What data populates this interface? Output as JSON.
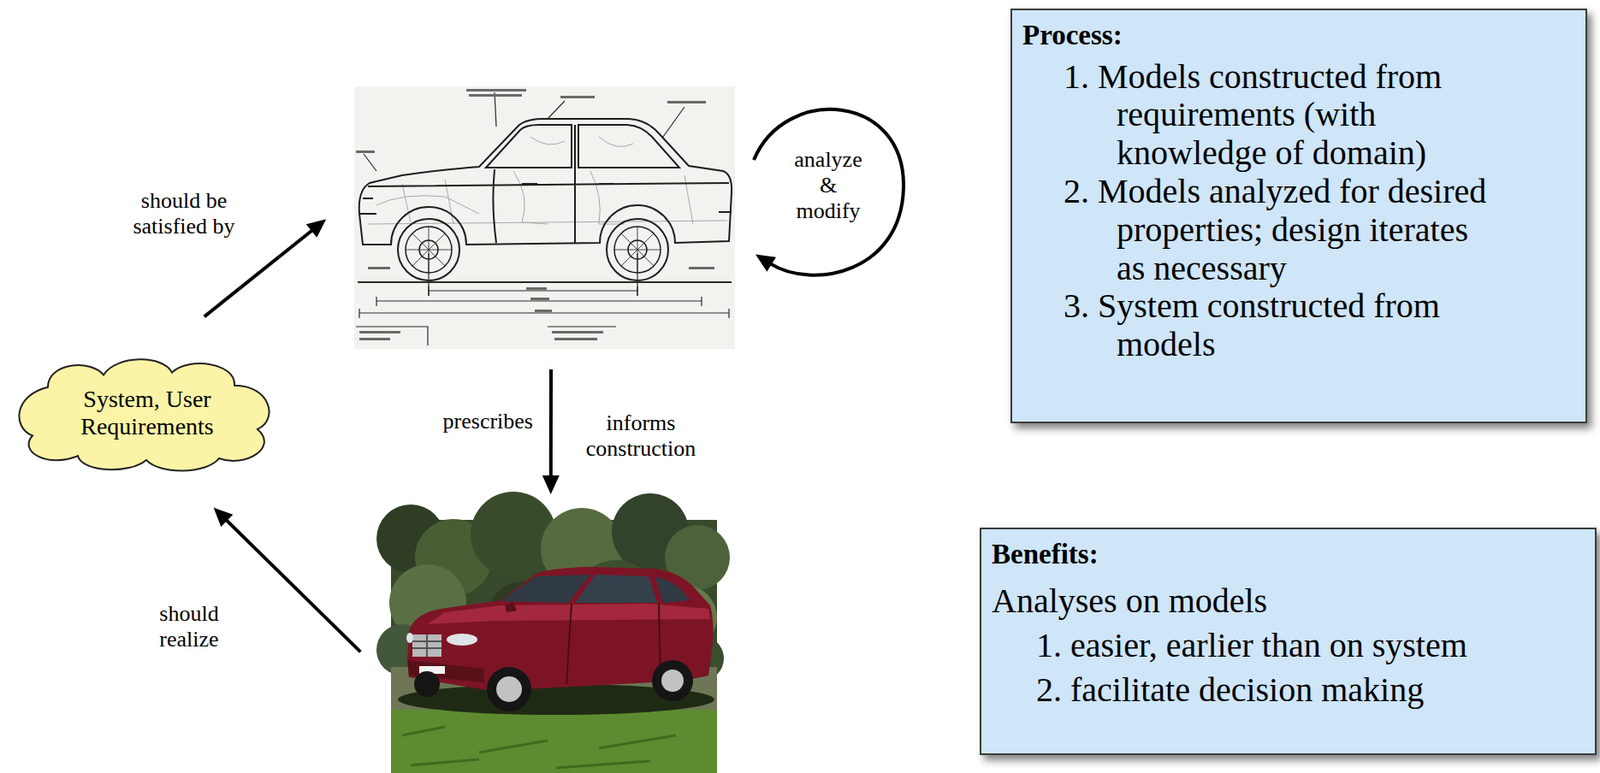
{
  "diagram": {
    "nodes": [
      {
        "text": [
          "System, User Requirements"
        ]
      },
      {
        "text": []
      },
      {
        "text": []
      },
      {
        "text": [
          "Process:",
          "1. Models constructed from requirements (with knowledge of domain)",
          "2. Models analyzed for desired properties; design iterates as necessary",
          "3. System constructed from models"
        ]
      },
      {
        "text": [
          "Benefits:",
          "Analyses on models",
          "1. easier, earlier than on system",
          "2. facilitate decision making"
        ]
      }
    ],
    "edges": [
      {
        "from": 0,
        "to": 1,
        "label": "should be satisfied by",
        "arrow": "to"
      },
      {
        "from": 1,
        "to": 1,
        "label": "analyze & modify",
        "arrow": "to"
      },
      {
        "from": 1,
        "to": 2,
        "label": "prescribes",
        "arrow": "to"
      },
      {
        "from": 2,
        "to": 0,
        "label": "should realize",
        "arrow": "to"
      }
    ],
    "labels": [
      "informs construction"
    ]
  }
}
